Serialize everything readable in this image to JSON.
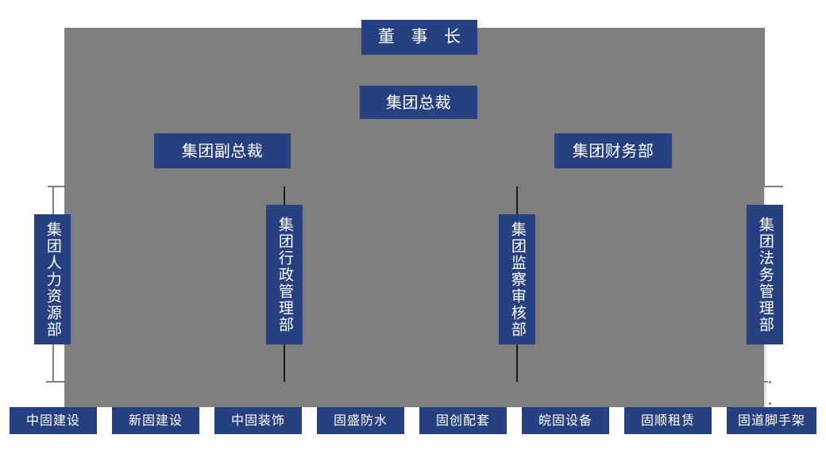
{
  "diagram": {
    "title_box": {
      "label": "董 事 长"
    },
    "executive": {
      "label": "集团总裁"
    },
    "level3": [
      {
        "label": "集团副总裁"
      },
      {
        "label": "集团财务部"
      }
    ],
    "departments": [
      {
        "label": "集团人力资源部"
      },
      {
        "label": "集团行政管理部"
      },
      {
        "label": "集团监察审核部"
      },
      {
        "label": "集团法务管理部"
      }
    ],
    "subsidiaries": [
      {
        "label": "中固建设"
      },
      {
        "label": "新固建设"
      },
      {
        "label": "中固装饰"
      },
      {
        "label": "固盛防水"
      },
      {
        "label": "固创配套"
      },
      {
        "label": "皖固设备"
      },
      {
        "label": "固顺租赁"
      },
      {
        "label": "固道脚手架"
      }
    ],
    "colors": {
      "node_fill": "#27407f",
      "node_text": "#ffffff",
      "backdrop": "#7f7f7f",
      "connector": "#1a1a1a",
      "page": "#ffffff"
    }
  }
}
